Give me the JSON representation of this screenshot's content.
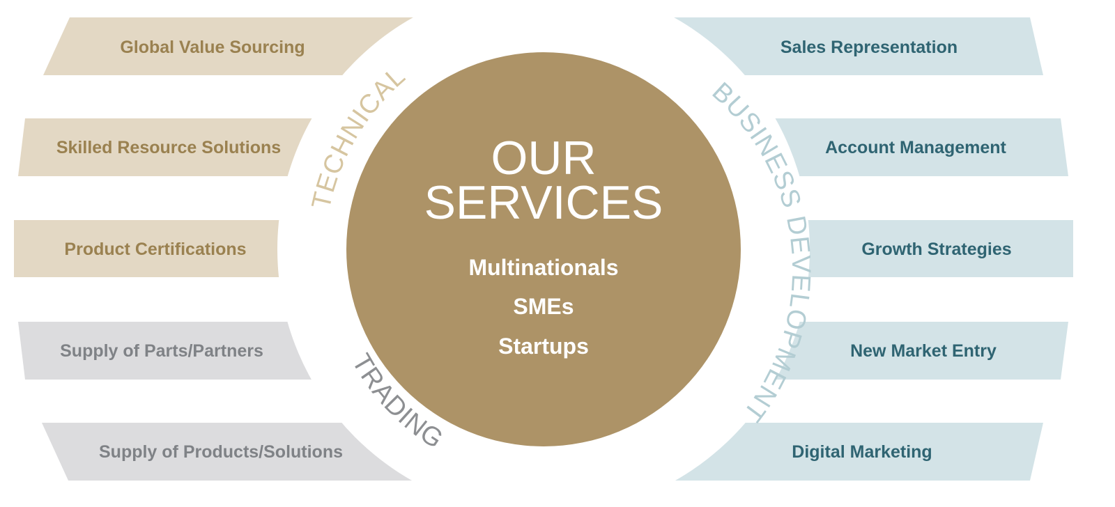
{
  "colors": {
    "technical_fill": "#e3d8c4",
    "technical_text": "#9a8150",
    "trading_fill": "#dcdcde",
    "trading_text": "#7f8286",
    "business_fill": "#d3e3e7",
    "business_text": "#2f6472",
    "center_fill": "#ad9367",
    "center_text": "#ffffff",
    "technical_arc": "#d6c5a0",
    "trading_arc": "#8d8f92",
    "business_arc": "#b3cdd3"
  },
  "center": {
    "title_line1": "OUR",
    "title_line2": "SERVICES",
    "segments": [
      "Multinationals",
      "SMEs",
      "Startups"
    ]
  },
  "categories": {
    "technical": "TECHNICAL",
    "trading": "TRADING",
    "business": "BUSINESS DEVELOPMENT"
  },
  "left_services": [
    {
      "label": "Global Value Sourcing",
      "group": "technical"
    },
    {
      "label": "Skilled Resource Solutions",
      "group": "technical"
    },
    {
      "label": "Product Certifications",
      "group": "technical"
    },
    {
      "label": "Supply of Parts/Partners",
      "group": "trading"
    },
    {
      "label": "Supply of Products/Solutions",
      "group": "trading"
    }
  ],
  "right_services": [
    {
      "label": "Sales Representation",
      "group": "business"
    },
    {
      "label": "Account Management",
      "group": "business"
    },
    {
      "label": "Growth Strategies",
      "group": "business"
    },
    {
      "label": "New Market Entry",
      "group": "business"
    },
    {
      "label": "Digital Marketing",
      "group": "business"
    }
  ]
}
